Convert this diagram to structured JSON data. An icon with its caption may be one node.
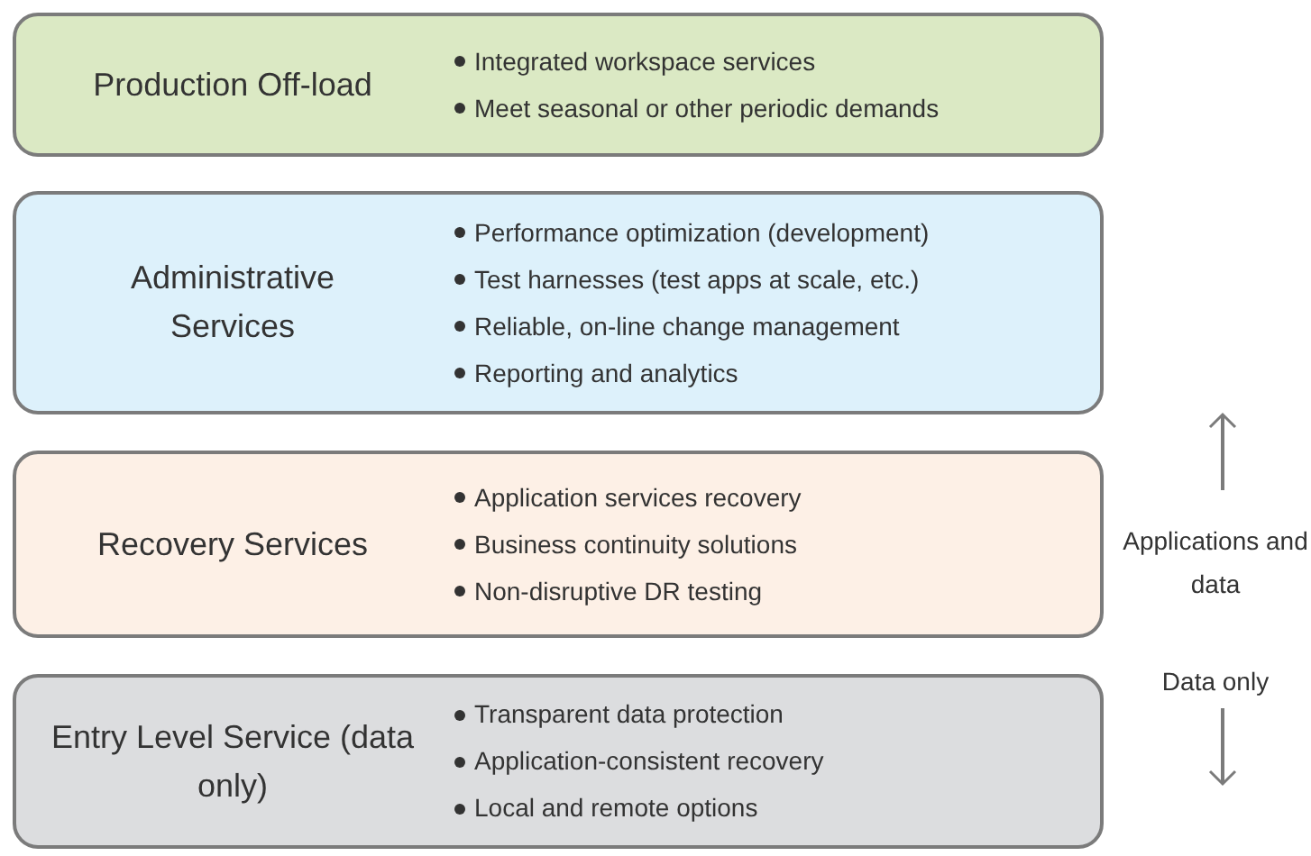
{
  "diagram": {
    "nodes": [
      {
        "text": [
          "Production Off-load",
          "Integrated workspace services",
          "Meet seasonal or other periodic demands"
        ]
      },
      {
        "text": [
          "Administrative Services",
          "Performance optimization (development)",
          "Test harnesses (test apps at scale, etc.)",
          "Reliable, on-line change management",
          "Reporting and analytics"
        ]
      },
      {
        "text": [
          "Recovery Services",
          "Application services recovery",
          "Business continuity solutions",
          "Non-disruptive DR testing"
        ]
      },
      {
        "text": [
          "Entry Level Service (data only)",
          "Transparent data protection",
          "Application-consistent recovery",
          "Local and remote options"
        ]
      }
    ],
    "labels": [
      "Applications and data",
      "Data only"
    ]
  }
}
